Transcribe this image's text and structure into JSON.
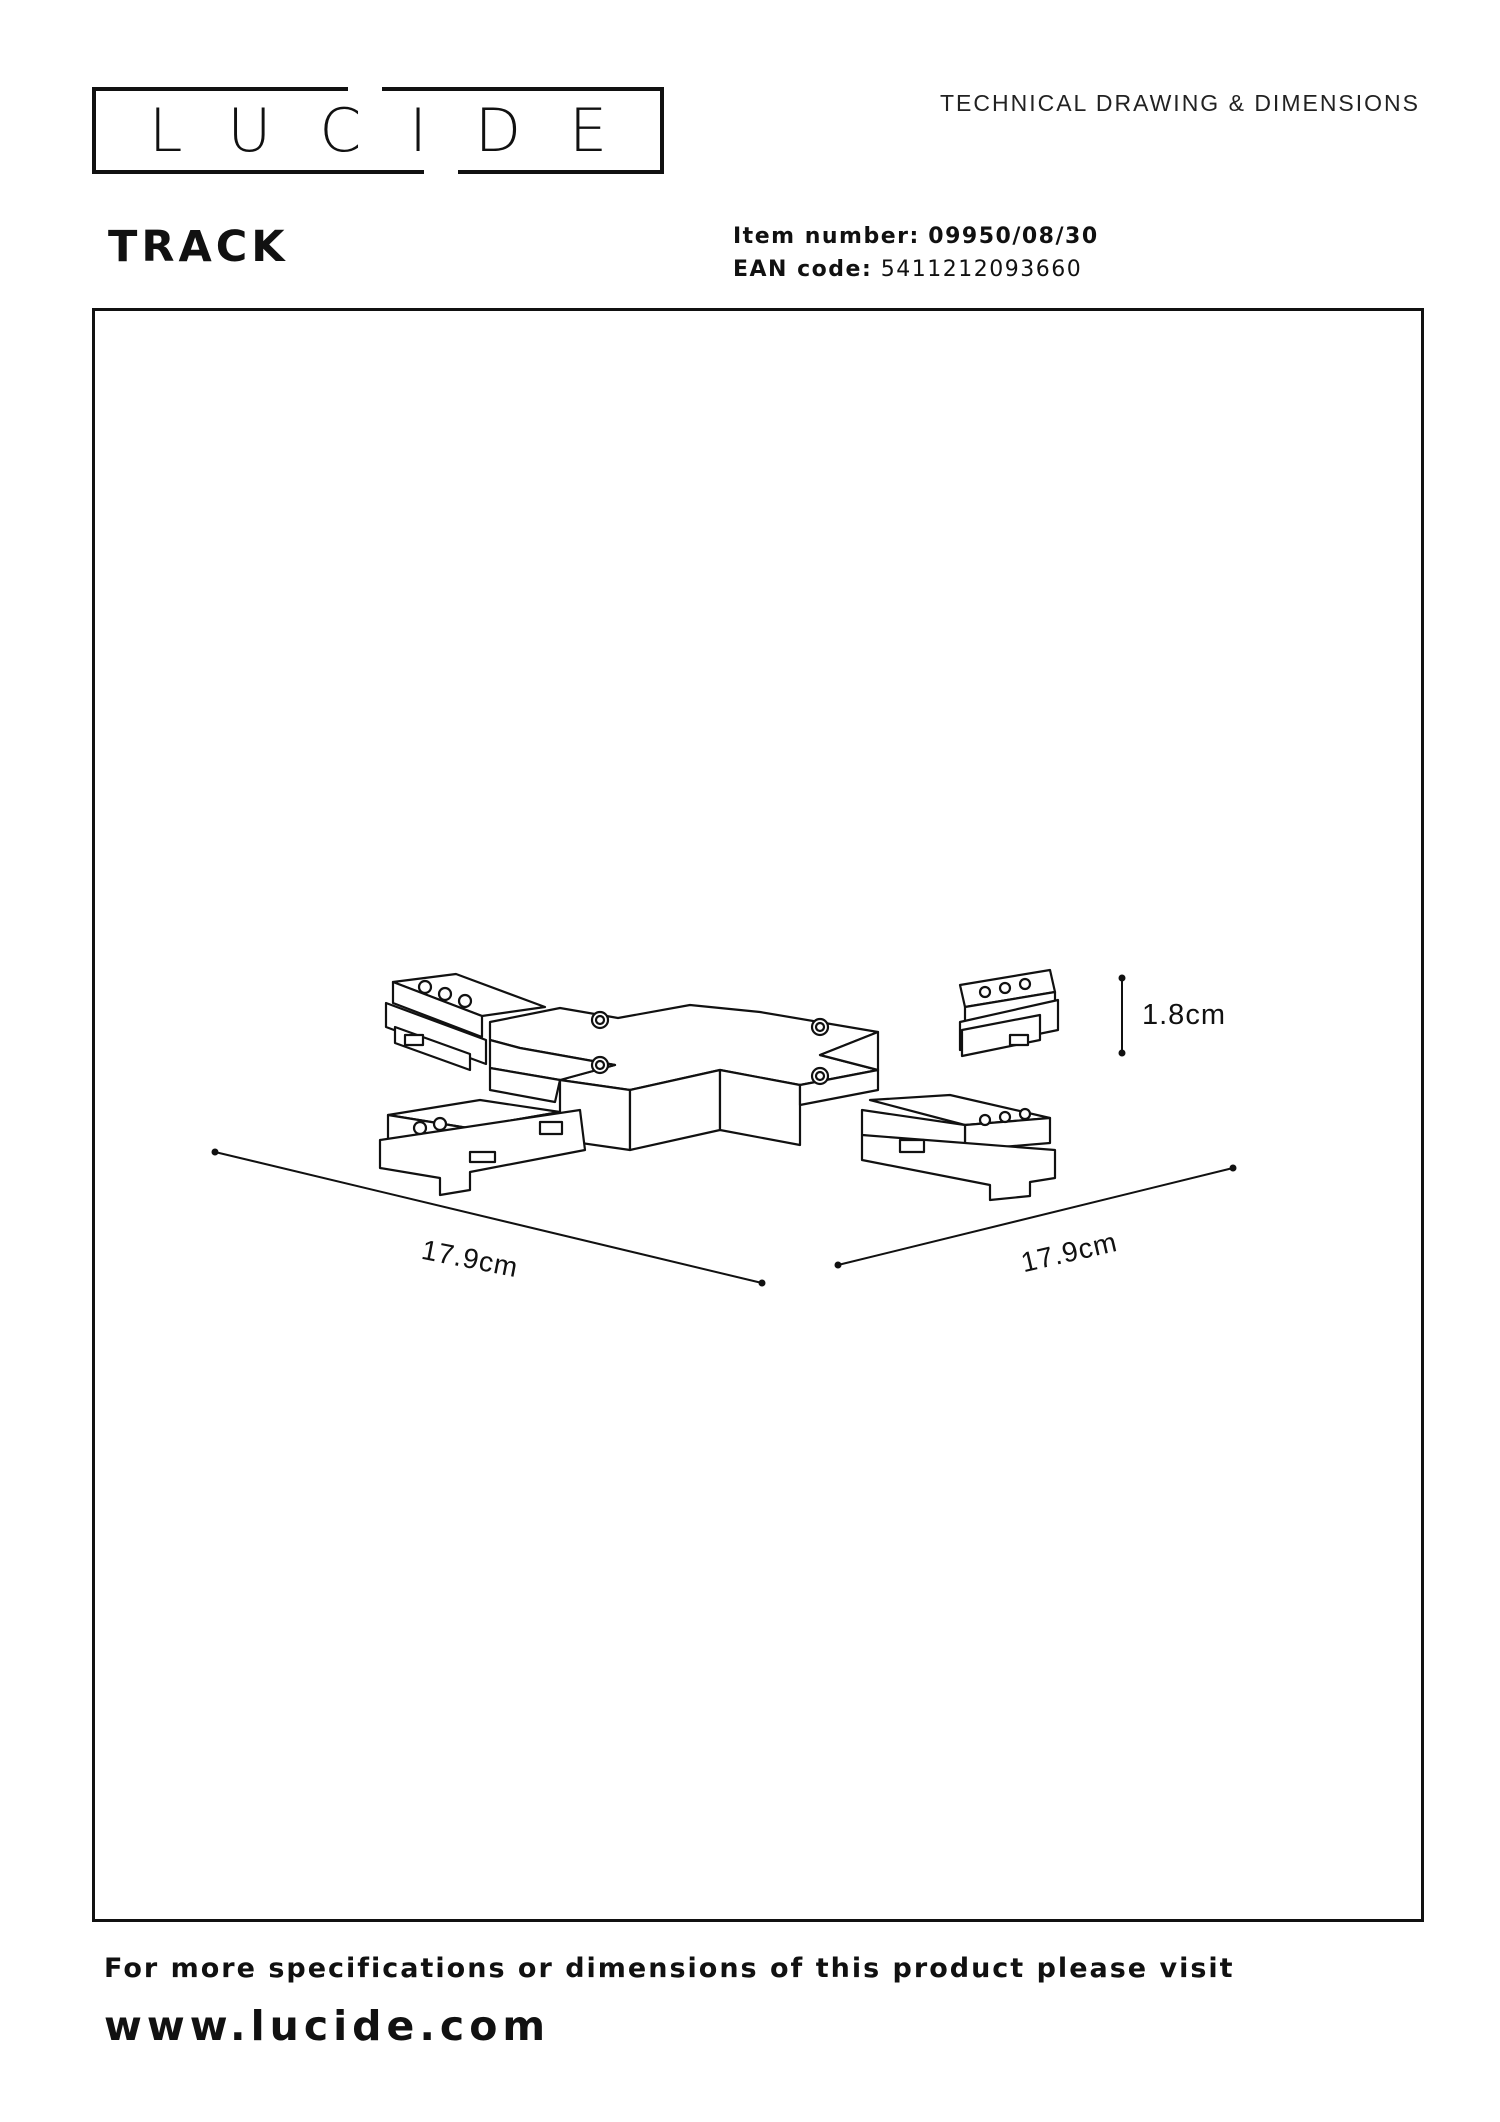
{
  "header": {
    "logo_text": "LUCIDE",
    "document_type": "TECHNICAL DRAWING & DIMENSIONS"
  },
  "product": {
    "name": "TRACK",
    "item_number_label": "Item number:",
    "item_number": "09950/08/30",
    "ean_label": "EAN code:",
    "ean": "5411212093660"
  },
  "dimensions": {
    "height": "1.8cm",
    "length_left": "17.9cm",
    "length_right": "17.9cm"
  },
  "footer": {
    "note": "For more specifications or dimensions of this product please visit",
    "url": "www.lucide.com"
  },
  "colors": {
    "ink": "#111111",
    "background": "#ffffff"
  }
}
